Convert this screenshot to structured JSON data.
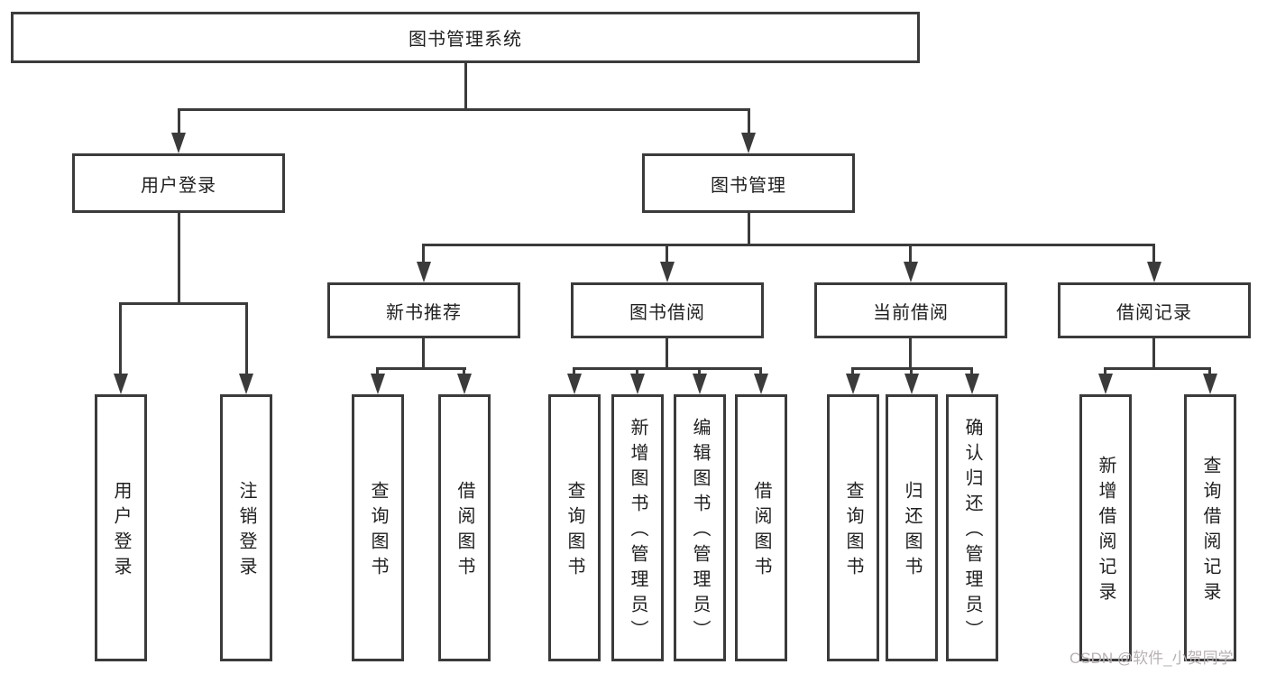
{
  "tree": {
    "root": {
      "label": "图书管理系统"
    },
    "children": [
      {
        "label": "用户登录",
        "children": [
          {
            "label": "用户登录"
          },
          {
            "label": "注销登录"
          }
        ]
      },
      {
        "label": "图书管理",
        "children": [
          {
            "label": "新书推荐",
            "children": [
              {
                "label": "查询图书"
              },
              {
                "label": "借阅图书"
              }
            ]
          },
          {
            "label": "图书借阅",
            "children": [
              {
                "label": "查询图书"
              },
              {
                "label": "新增图书（管理员）"
              },
              {
                "label": "编辑图书（管理员）"
              },
              {
                "label": "借阅图书"
              }
            ]
          },
          {
            "label": "当前借阅",
            "children": [
              {
                "label": "查询图书"
              },
              {
                "label": "归还图书"
              },
              {
                "label": "确认归还（管理员）"
              }
            ]
          },
          {
            "label": "借阅记录",
            "children": [
              {
                "label": "新增借阅记录"
              },
              {
                "label": "查询借阅记录"
              }
            ]
          }
        ]
      }
    ]
  },
  "watermark": {
    "text": "CSDN @软件_小贺同学"
  },
  "colors": {
    "line": "#3b3b3b",
    "box_border": "#3b3b3b",
    "text": "#1f1f1f",
    "watermark": "#b9b1b1",
    "background": "#ffffff"
  }
}
